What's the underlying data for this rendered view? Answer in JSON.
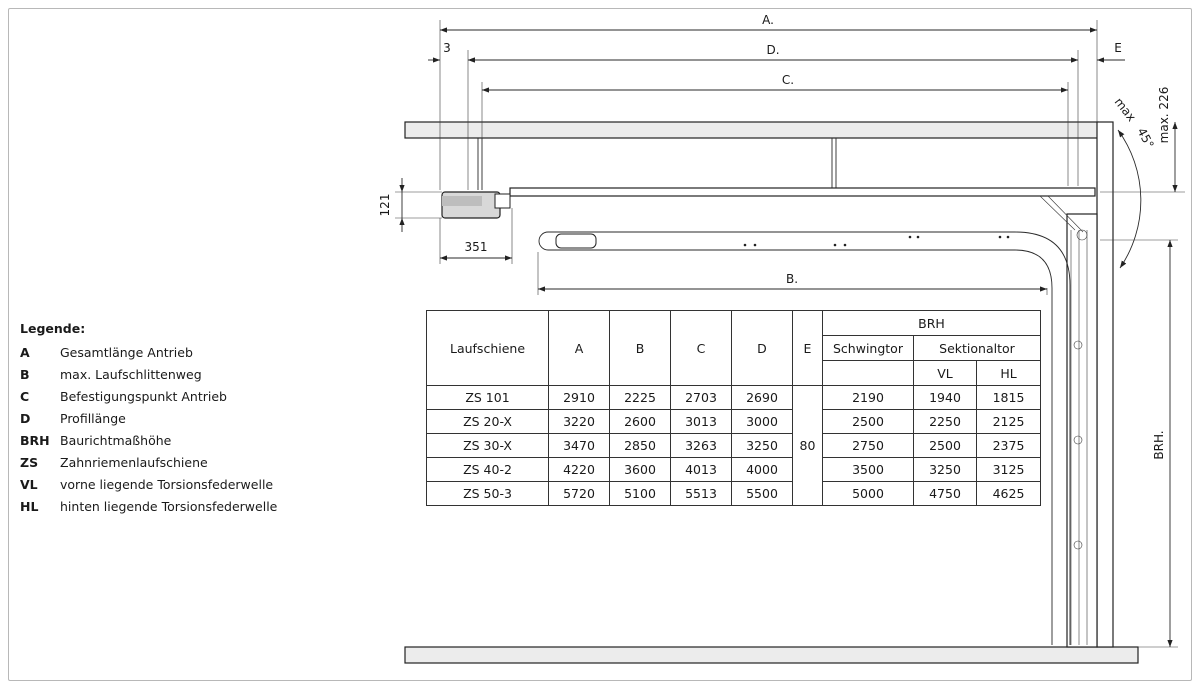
{
  "dimensions": {
    "A": "A.",
    "D": "D.",
    "C": "C.",
    "B": "B.",
    "E": "E",
    "three": "3",
    "h121": "121",
    "w351": "351",
    "max226": "max. 226",
    "max45": "max",
    "deg45": "45°",
    "brh": "BRH."
  },
  "legend": {
    "title": "Legende:",
    "items": [
      {
        "key": "A",
        "text": "Gesamtlänge Antrieb"
      },
      {
        "key": "B",
        "text": "max. Laufschlittenweg"
      },
      {
        "key": "C",
        "text": "Befestigungspunkt Antrieb"
      },
      {
        "key": "D",
        "text": "Profillänge"
      },
      {
        "key": "BRH",
        "text": "Baurichtmaßhöhe"
      },
      {
        "key": "ZS",
        "text": "Zahnriemenlaufschiene"
      },
      {
        "key": "VL",
        "text": "vorne liegende Torsionsfederwelle"
      },
      {
        "key": "HL",
        "text": "hinten liegende Torsionsfederwelle"
      }
    ]
  },
  "table": {
    "headers": {
      "laufschiene": "Laufschiene",
      "a": "A",
      "b": "B",
      "c": "C",
      "d": "D",
      "e": "E",
      "brh": "BRH",
      "schwingtor": "Schwingtor",
      "sektionaltor": "Sektionaltor",
      "vl": "VL",
      "hl": "HL"
    },
    "e_value": "80",
    "rows": [
      {
        "name": "ZS 101",
        "a": "2910",
        "b": "2225",
        "c": "2703",
        "d": "2690",
        "schwing": "2190",
        "vl": "1940",
        "hl": "1815"
      },
      {
        "name": "ZS 20-X",
        "a": "3220",
        "b": "2600",
        "c": "3013",
        "d": "3000",
        "schwing": "2500",
        "vl": "2250",
        "hl": "2125"
      },
      {
        "name": "ZS 30-X",
        "a": "3470",
        "b": "2850",
        "c": "3263",
        "d": "3250",
        "schwing": "2750",
        "vl": "2500",
        "hl": "2375"
      },
      {
        "name": "ZS 40-2",
        "a": "4220",
        "b": "3600",
        "c": "4013",
        "d": "4000",
        "schwing": "3500",
        "vl": "3250",
        "hl": "3125"
      },
      {
        "name": "ZS 50-3",
        "a": "5720",
        "b": "5100",
        "c": "5513",
        "d": "5500",
        "schwing": "5000",
        "vl": "4750",
        "hl": "4625"
      }
    ]
  }
}
